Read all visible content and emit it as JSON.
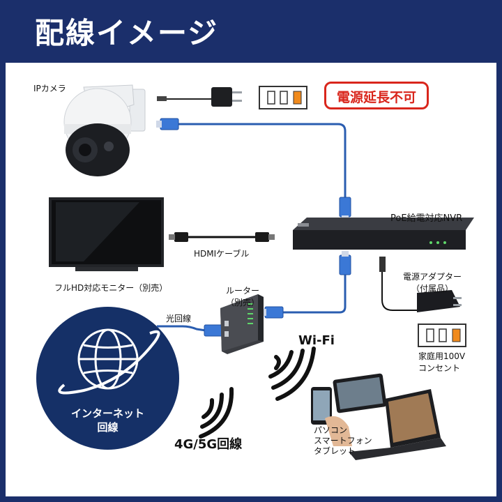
{
  "title": "配線イメージ",
  "warning": "電源延長不可",
  "labels": {
    "ip_camera": "IPカメラ",
    "nvr": "PoE給電対応NVR",
    "hdmi_cable": "HDMIケーブル",
    "monitor": "フルHD対応モニター（別売）",
    "router_line1": "ルーター",
    "router_line2": "（別売）",
    "adapter_line1": "電源アダプター",
    "adapter_line2": "（付属品）",
    "outlet_line1": "家庭用100V",
    "outlet_line2": "コンセント",
    "fiber": "光回線",
    "internet_line1": "インターネット",
    "internet_line2": "回線",
    "wifi": "Wi-Fi",
    "mobile": "4G/5G回線",
    "devices_line1": "パソコン",
    "devices_line2": "スマートフォン",
    "devices_line3": "タブレット"
  },
  "colors": {
    "header_bg": "#1b2f6b",
    "lan_cable": "#2a5db0",
    "warning": "#d9261c",
    "outlet_switch": "#f08a1c",
    "globe_bg": "#153067"
  }
}
